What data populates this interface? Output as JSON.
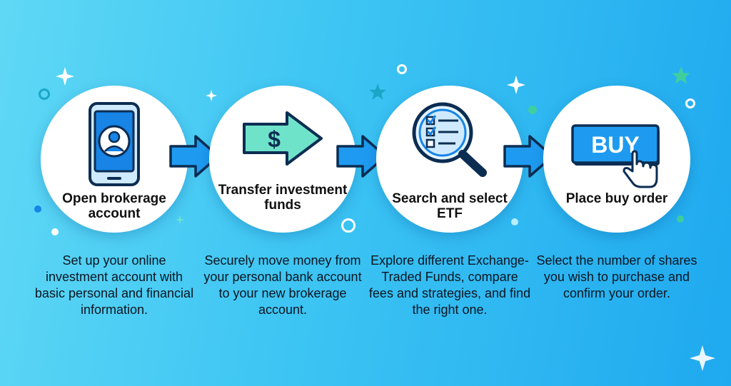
{
  "steps": [
    {
      "title": "Open brokerage account",
      "description": "Set up your online investment account with basic personal and financial information.",
      "icon": "smartphone-user-icon"
    },
    {
      "title": "Transfer investment funds",
      "description": "Securely move money from your personal bank account to your new brokerage account.",
      "icon": "dollar-arrow-icon",
      "icon_symbol": "$"
    },
    {
      "title": "Search and select ETF",
      "description": "Explore different Exchange-Traded Funds, compare fees and strategies, and find the right one.",
      "icon": "magnifier-checklist-icon"
    },
    {
      "title": "Place buy order",
      "description": "Select the number of shares you wish to purchase and confirm your order.",
      "icon": "buy-button-cursor-icon",
      "button_label": "BUY"
    }
  ],
  "colors": {
    "background_start": "#5fd8f5",
    "background_end": "#1fa9ef",
    "circle": "#ffffff",
    "arrow_fill": "#1e9bf0",
    "icon_outline": "#0c2d52",
    "accent_green": "#6fe3c9",
    "accent_blue": "#1784e6"
  }
}
